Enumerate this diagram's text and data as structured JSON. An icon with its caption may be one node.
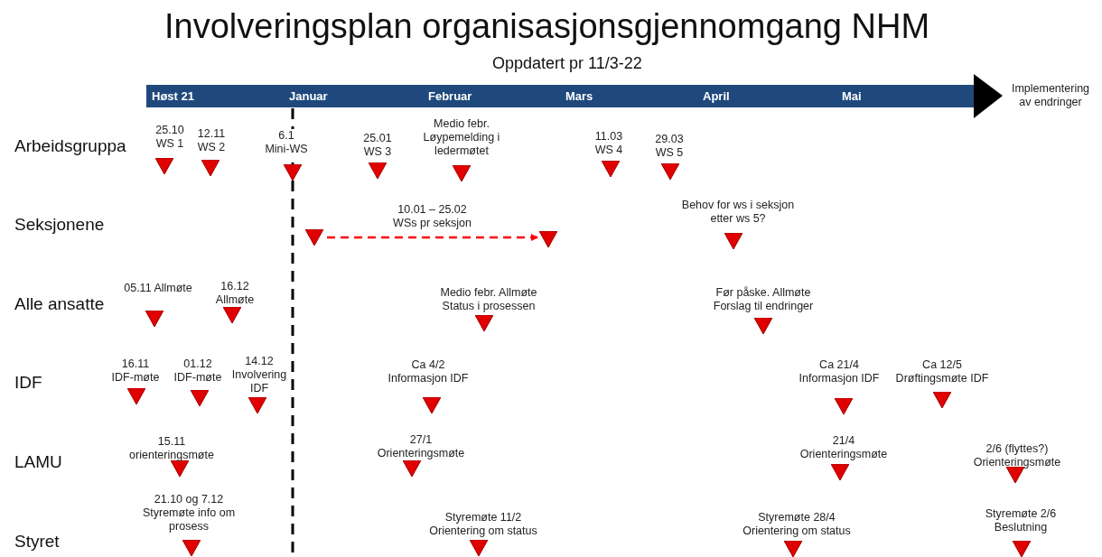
{
  "diagram": {
    "title": "Involveringsplan organisasjonsgjennomgang NHM",
    "caption": "Oppdatert pr 11/3-22",
    "nodes": [
      {
        "text": [],
        "shape": "triangle",
        "beside": [
          "25.10 WS 1"
        ]
      },
      {
        "text": [],
        "shape": "triangle",
        "beside": [
          "12.11 WS 2"
        ]
      },
      {
        "text": [],
        "shape": "triangle",
        "beside": [
          "6.1 Mini-WS"
        ]
      },
      {
        "text": [],
        "shape": "triangle",
        "beside": [
          "25.01 WS 3"
        ]
      },
      {
        "text": [],
        "shape": "triangle",
        "beside": [
          "Medio febr. Løypemelding i ledermøtet"
        ]
      },
      {
        "text": [],
        "shape": "triangle",
        "beside": [
          "11.03 WS 4"
        ]
      },
      {
        "text": [],
        "shape": "triangle",
        "beside": [
          "29.03 WS 5"
        ]
      },
      {
        "text": [],
        "shape": "triangle"
      },
      {
        "text": [],
        "shape": "triangle"
      },
      {
        "text": [],
        "shape": "triangle",
        "beside": [
          "Behov for ws i seksjon etter ws 5?"
        ]
      },
      {
        "text": [],
        "shape": "triangle",
        "beside": [
          "05.11 Allmøte"
        ]
      },
      {
        "text": [],
        "shape": "triangle",
        "beside": [
          "16.12 Allmøte"
        ]
      },
      {
        "text": [],
        "shape": "triangle",
        "beside": [
          "Medio febr. Allmøte Status i prosessen"
        ]
      },
      {
        "text": [],
        "shape": "triangle",
        "beside": [
          "Før påske. Allmøte Forslag til endringer"
        ]
      },
      {
        "text": [],
        "shape": "triangle",
        "beside": [
          "16.11 IDF-møte"
        ]
      },
      {
        "text": [],
        "shape": "triangle",
        "beside": [
          "01.12 IDF-møte"
        ]
      },
      {
        "text": [],
        "shape": "triangle",
        "beside": [
          "14.12 Involvering IDF"
        ]
      },
      {
        "text": [],
        "shape": "triangle",
        "beside": [
          "Ca 4/2 Informasjon IDF"
        ]
      },
      {
        "text": [],
        "shape": "triangle",
        "beside": [
          "Ca 21/4 Informasjon IDF"
        ]
      },
      {
        "text": [],
        "shape": "triangle",
        "beside": [
          "Ca 12/5 Drøftingsmøte IDF"
        ]
      },
      {
        "text": [],
        "shape": "triangle",
        "beside": [
          "15.11 orienteringsmøte"
        ]
      },
      {
        "text": [],
        "shape": "triangle",
        "beside": [
          "27/1 Orienteringsmøte"
        ]
      },
      {
        "text": [],
        "shape": "triangle",
        "beside": [
          "21/4 Orienteringsmøte"
        ]
      },
      {
        "text": [],
        "shape": "triangle",
        "beside": [
          "2/6 (flyttes?) Orienteringsmøte"
        ]
      },
      {
        "text": [],
        "shape": "triangle",
        "beside": [
          "21.10 og 7.12 Styremøte info om prosess"
        ]
      },
      {
        "text": [],
        "shape": "triangle",
        "beside": [
          "Styremøte 11/2 Orientering om status"
        ]
      },
      {
        "text": [],
        "shape": "triangle",
        "beside": [
          "Styremøte 28/4 Orientering om status"
        ]
      },
      {
        "text": [],
        "shape": "triangle",
        "beside": [
          "Styremøte 2/6 Beslutning"
        ]
      }
    ],
    "edges": [
      {
        "from": 7,
        "to": 8,
        "arrow": "to",
        "style": "dashed",
        "color": "#ff0000",
        "label": "10.01 – 25.02 WSs pr seksjon"
      }
    ],
    "labels": [
      "Høst 21",
      "Januar",
      "Februar",
      "Mars",
      "April",
      "Mai",
      "Implementering av endringer",
      "Arbeidsgruppa",
      "Seksjonene",
      "Alle ansatte",
      "IDF",
      "LAMU",
      "Styret"
    ]
  }
}
